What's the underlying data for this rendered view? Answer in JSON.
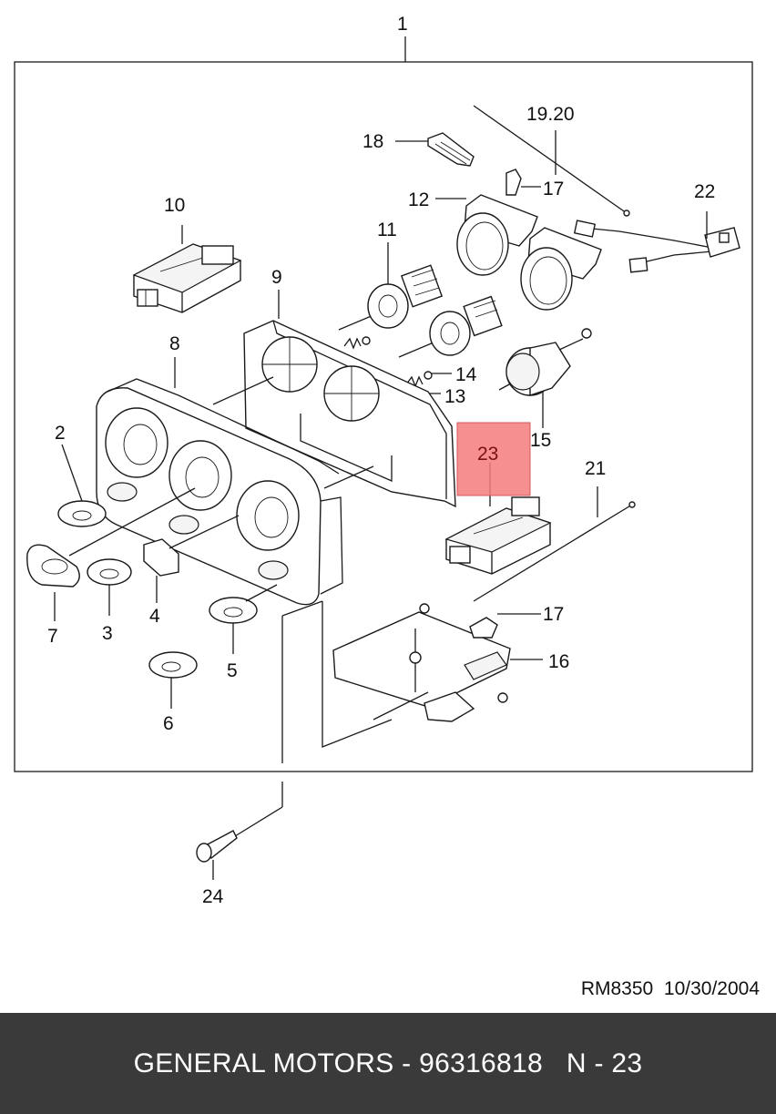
{
  "diagram": {
    "callouts": [
      "1",
      "2",
      "3",
      "4",
      "5",
      "6",
      "7",
      "8",
      "9",
      "10",
      "11",
      "12",
      "13",
      "14",
      "15",
      "16",
      "17",
      "17",
      "18",
      "19.20",
      "21",
      "22",
      "23",
      "24"
    ],
    "highlighted_callout": "23",
    "highlight_color": "#f47c7c"
  },
  "reference": {
    "code": "RM8350",
    "date": "10/30/2004"
  },
  "footer": {
    "brand": "GENERAL MOTORS",
    "part_number": "96316818",
    "position": "N - 23",
    "background": "#3a3a3a"
  }
}
